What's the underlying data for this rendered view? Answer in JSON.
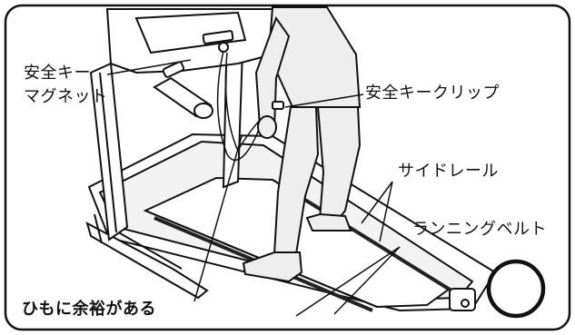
{
  "labels": {
    "safety_key": "安全キー",
    "magnet": "マグネット",
    "safety_clip": "安全キークリップ",
    "side_rail": "サイドレール",
    "running_belt": "ランニングベルト",
    "slack": "ひもに余裕がある"
  },
  "judgement": {
    "symbol": "O",
    "meaning": "correct"
  },
  "colors": {
    "line": "#111111",
    "background": "#ffffff",
    "figure_fill": "#eeeeee",
    "shadow": "#cfcfcf"
  }
}
